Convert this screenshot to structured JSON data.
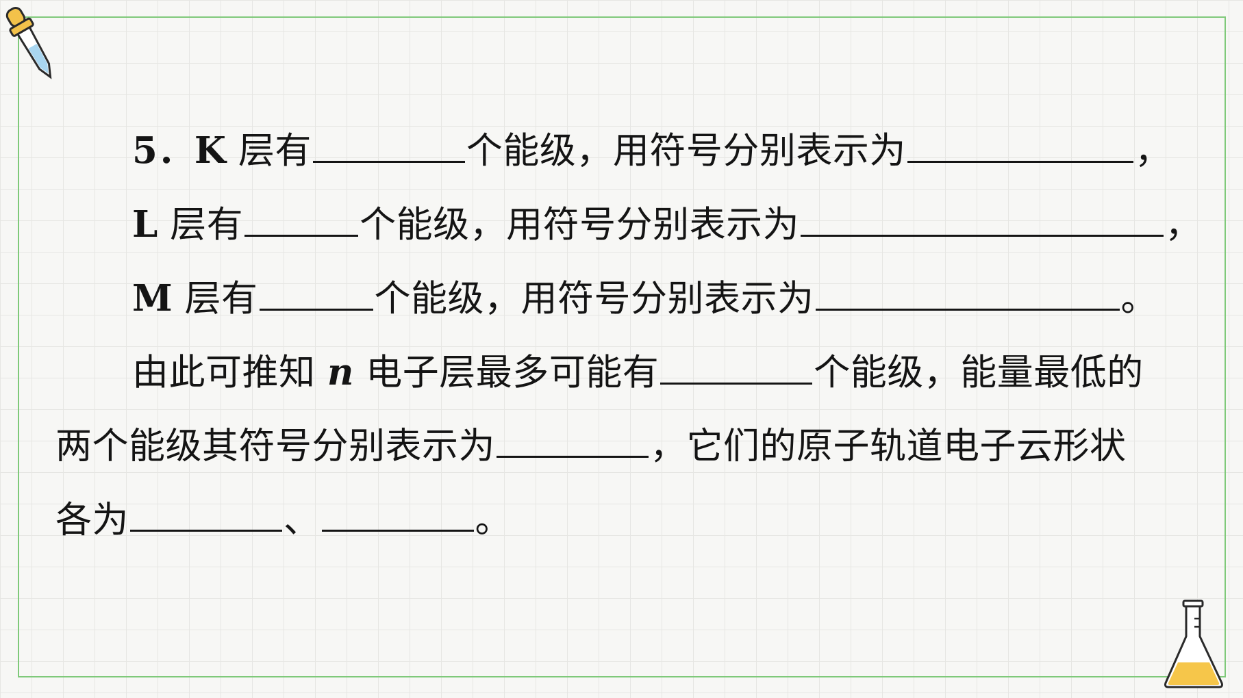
{
  "question": {
    "line1": {
      "number": "5．",
      "k_label": "K",
      "text_a": " 层有",
      "text_b": "个能级，用符号分别表示为",
      "end": "，"
    },
    "line2": {
      "l_label": "L",
      "text_a": " 层有",
      "text_b": "个能级，用符号分别表示为",
      "end": "，"
    },
    "line3": {
      "m_label": "M",
      "text_a": " 层有",
      "text_b": "个能级，用符号分别表示为",
      "end": "。"
    },
    "line4": {
      "text_a": "由此可推知 ",
      "n_symbol": "n",
      "text_b": " 电子层最多可能有",
      "text_c": "个能级，能量最低的"
    },
    "line5": {
      "text_a": "两个能级其符号分别表示为",
      "text_b": "，它们的原子轨道电子云形状"
    },
    "line6": {
      "text_a": "各为",
      "sep": "、",
      "end": "。"
    }
  },
  "decorations": {
    "top_left_icon": "dropper-icon",
    "bottom_right_icon": "flask-icon",
    "frame_color": "#7fc97a",
    "dropper_color": "#f3c24a",
    "liquid_color": "#a9d6f0",
    "flask_liquid_color": "#f6c64a"
  }
}
